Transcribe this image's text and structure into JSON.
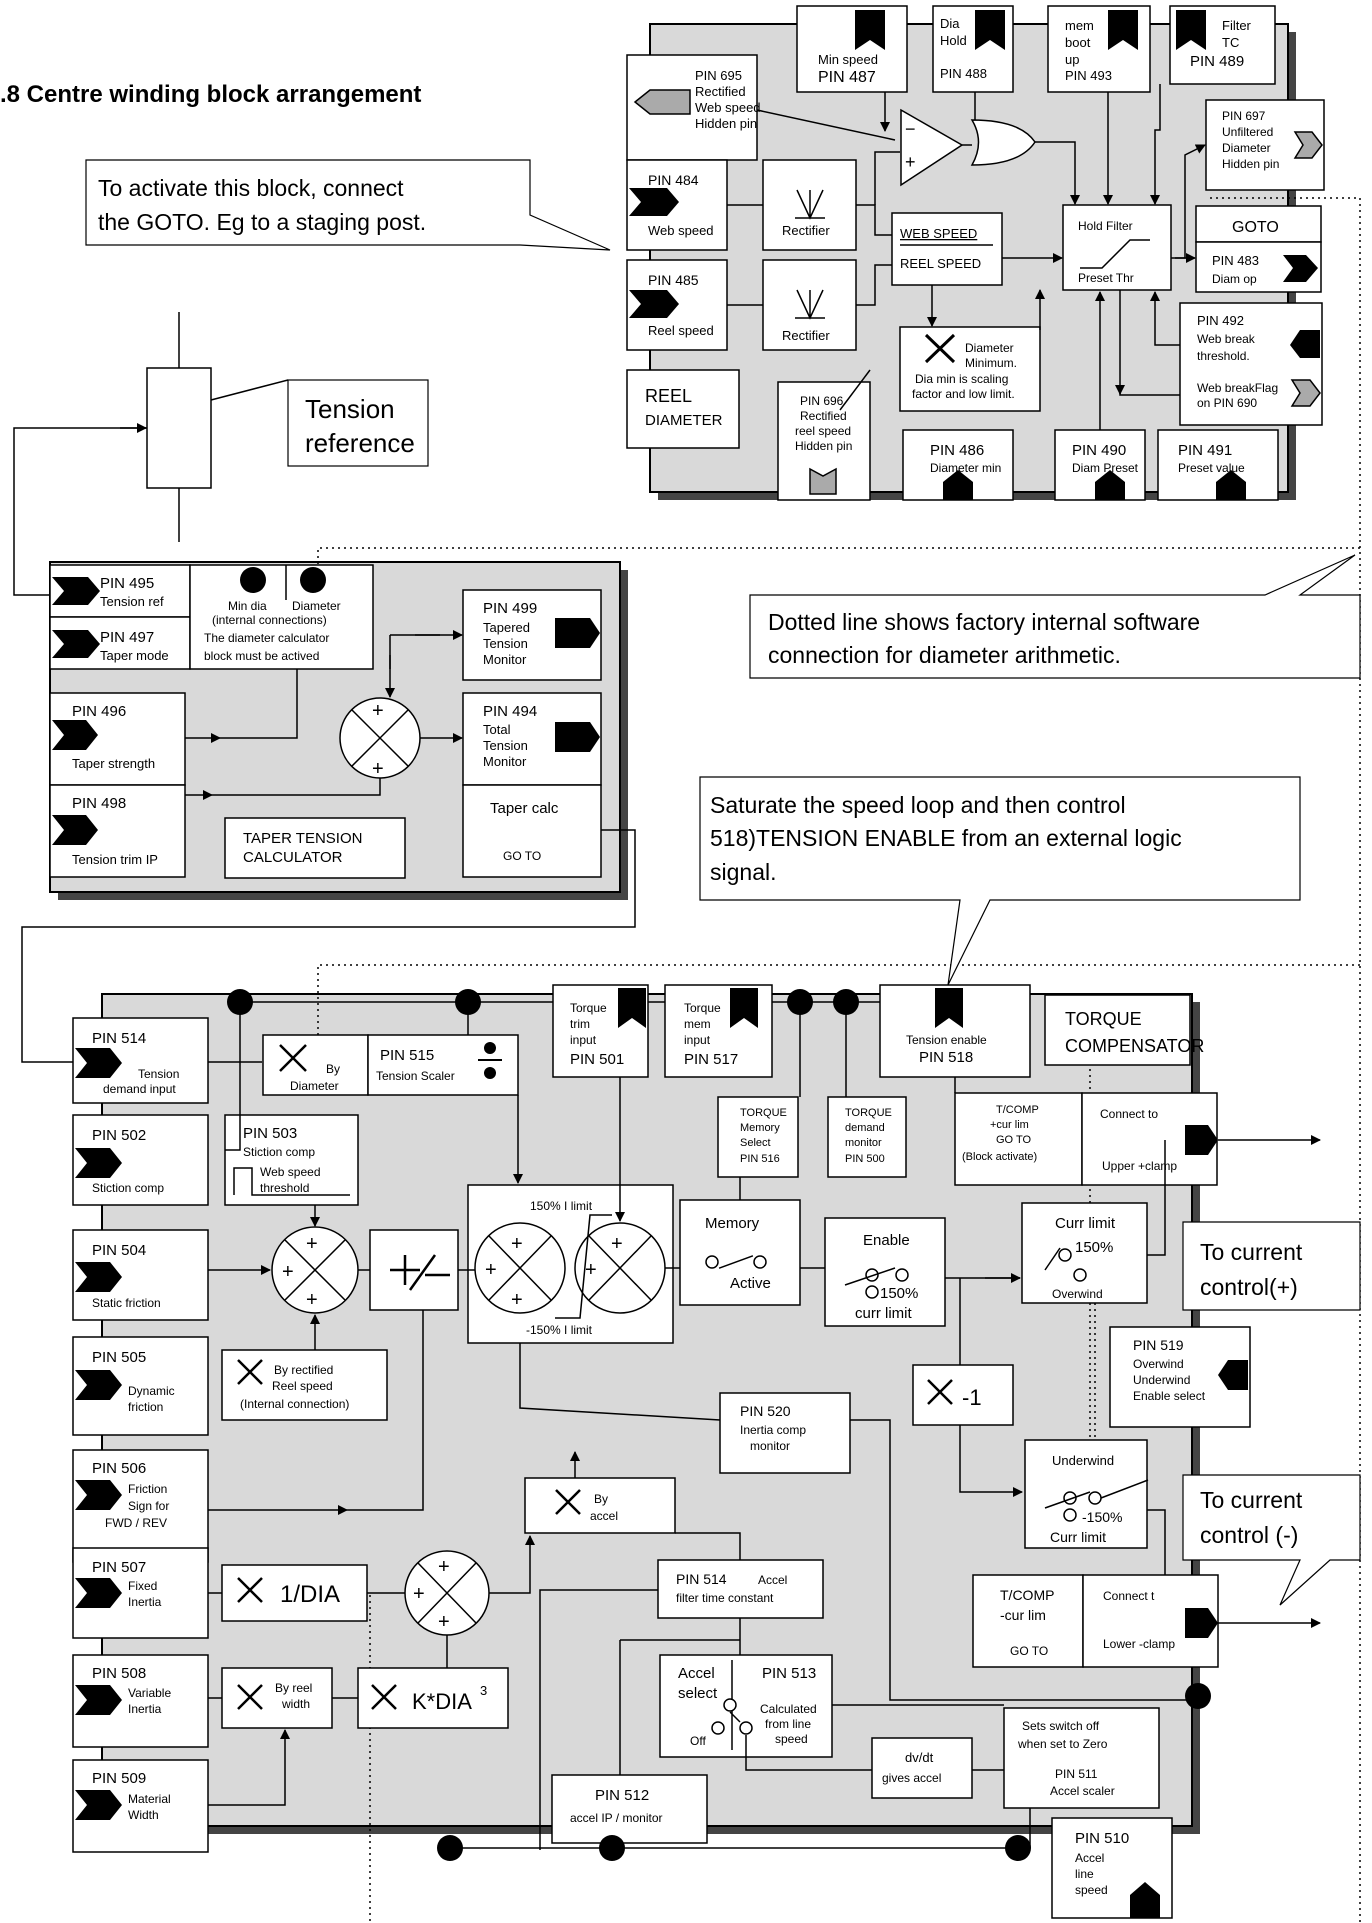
{
  "title": ".8 Centre winding block arrangement",
  "callouts": {
    "activate": [
      "To activate this block, connect",
      "the GOTO. Eg to a staging post."
    ],
    "tension_reference": [
      "Tension",
      "reference"
    ],
    "dotted": [
      "Dotted line shows factory internal software",
      "connection for diameter arithmetic."
    ],
    "saturate": [
      "Saturate the speed loop and then control",
      "518)TENSION ENABLE from an external logic",
      "signal."
    ],
    "current_pos": [
      "To current",
      "control(+)"
    ],
    "current_neg": [
      "To current",
      "control (-)"
    ]
  },
  "diameter_block": {
    "pin487": [
      "Min speed",
      "PIN 487"
    ],
    "pin488": [
      "Dia",
      "Hold",
      "PIN 488"
    ],
    "pin493": [
      "mem",
      "boot",
      "up",
      "PIN 493"
    ],
    "pin489": [
      "Filter",
      "TC",
      "PIN 489"
    ],
    "pin695": [
      "PIN 695",
      "Rectified",
      "Web speed",
      "Hidden pin"
    ],
    "pin484": [
      "PIN 484",
      "Web speed"
    ],
    "pin485": [
      "PIN 485",
      "Reel speed"
    ],
    "rectifier": "Rectifier",
    "ratio": [
      "WEB SPEED",
      "REEL SPEED"
    ],
    "reel_diameter": [
      "REEL",
      "DIAMETER"
    ],
    "pin696": [
      "PIN 696",
      "Rectified",
      "reel speed",
      "Hidden pin"
    ],
    "diameter_min": [
      "Diameter",
      "Minimum.",
      "Dia min is scaling",
      "factor and low limit."
    ],
    "pin486": [
      "PIN 486",
      "Diameter min"
    ],
    "pin490": [
      "PIN 490",
      "Diam Preset"
    ],
    "pin491": [
      "PIN 491",
      "Preset value"
    ],
    "hold_filter": [
      "Hold  Filter",
      "Preset  Thr"
    ],
    "goto": "GOTO",
    "pin483": [
      "PIN 483",
      "Diam op"
    ],
    "pin697": [
      "PIN 697",
      "Unfiltered",
      "Diameter",
      "Hidden pin"
    ],
    "pin492": [
      "PIN 492",
      "Web break",
      "threshold.",
      "Web breakFlag",
      "on PIN 690"
    ]
  },
  "taper_block": {
    "pin495": [
      "PIN 495",
      "Tension ref"
    ],
    "pin497": [
      "PIN 497",
      "Taper mode"
    ],
    "min_dia": "Min dia",
    "diameter": "Diameter",
    "internal": [
      "(internal connections)",
      "The diameter calculator",
      "block must be actived"
    ],
    "pin499": [
      "PIN 499",
      "Tapered",
      "Tension",
      "Monitor"
    ],
    "pin496": [
      "PIN 496",
      "Taper strength"
    ],
    "pin494": [
      "PIN 494",
      "Total",
      "Tension",
      "Monitor"
    ],
    "pin498": [
      "PIN 498",
      "Tension trim IP"
    ],
    "calculator": [
      "TAPER TENSION",
      "CALCULATOR"
    ],
    "taper_calc": [
      "Taper calc",
      "GO TO"
    ]
  },
  "torque_block": {
    "title": [
      "TORQUE",
      "COMPENSATOR"
    ],
    "pin514": [
      "PIN 514",
      "Tension",
      "demand input"
    ],
    "by_diameter": [
      "By",
      "Diameter"
    ],
    "pin515": [
      "PIN 515",
      "Tension Scaler"
    ],
    "pin501": [
      "Torque",
      "trim",
      "input",
      "PIN 501"
    ],
    "pin517": [
      "Torque",
      "mem",
      "input",
      "PIN 517"
    ],
    "pin518": [
      "Tension enable",
      "PIN 518"
    ],
    "pin502": [
      "PIN 502",
      "Stiction comp"
    ],
    "pin503": [
      "PIN 503",
      "Stiction comp",
      "Web speed",
      "threshold"
    ],
    "pin516": [
      "TORQUE",
      "Memory",
      "Select",
      "PIN 516"
    ],
    "pin500": [
      "TORQUE",
      "demand",
      "monitor",
      "PIN 500"
    ],
    "tcomp_pos": [
      "T/COMP",
      "+cur lim",
      "GO TO",
      "(Block activate)"
    ],
    "connect_pos": [
      "Connect to",
      "Upper +clamp"
    ],
    "pin504": [
      "PIN 504",
      "Static friction"
    ],
    "limit_pos": "150% I limit",
    "limit_neg": "-150% I limit",
    "memory": [
      "Memory",
      "Active"
    ],
    "enable": [
      "Enable",
      "150%",
      "curr limit"
    ],
    "curr_limit": [
      "Curr limit",
      "150%",
      "Overwind"
    ],
    "pin505": [
      "PIN 505",
      "Dynamic",
      "friction"
    ],
    "by_rectified": [
      "By rectified",
      "Reel speed",
      "(Internal connection)"
    ],
    "pin519": [
      "PIN 519",
      "Overwind",
      "Underwind",
      "Enable select"
    ],
    "minus1": "-1",
    "pin520": [
      "PIN 520",
      "Inertia comp",
      "monitor"
    ],
    "pin506": [
      "PIN 506",
      "Friction",
      "Sign for",
      "FWD / REV"
    ],
    "by_accel": [
      "By",
      "accel"
    ],
    "underwind": [
      "Underwind",
      "-150%",
      "Curr limit"
    ],
    "pin507": [
      "PIN 507",
      "Fixed",
      "Inertia"
    ],
    "one_dia": "1/DIA",
    "pin514b": [
      "PIN 514",
      "Accel",
      "filter time constant"
    ],
    "tcomp_neg": [
      "T/COMP",
      "-cur lim",
      "GO TO"
    ],
    "connect_neg": [
      "Connect t",
      "Lower -clamp"
    ],
    "pin508": [
      "PIN 508",
      "Variable",
      "Inertia"
    ],
    "by_reel_width": [
      "By reel",
      "width"
    ],
    "kdia": "K*DIA",
    "kdia_sup": "3",
    "pin513": [
      "Accel",
      "select",
      "PIN 513",
      "Calculated",
      "from line",
      "speed",
      "Off"
    ],
    "switch_off": [
      "Sets switch off",
      "when set to Zero",
      "PIN 511",
      "Accel scaler"
    ],
    "dvdt": [
      "dv/dt",
      "gives accel"
    ],
    "pin509": [
      "PIN 509",
      "Material",
      "Width"
    ],
    "pin512": [
      "PIN 512",
      "accel IP / monitor"
    ],
    "pin510": [
      "PIN 510",
      "Accel",
      "line",
      "speed"
    ]
  }
}
